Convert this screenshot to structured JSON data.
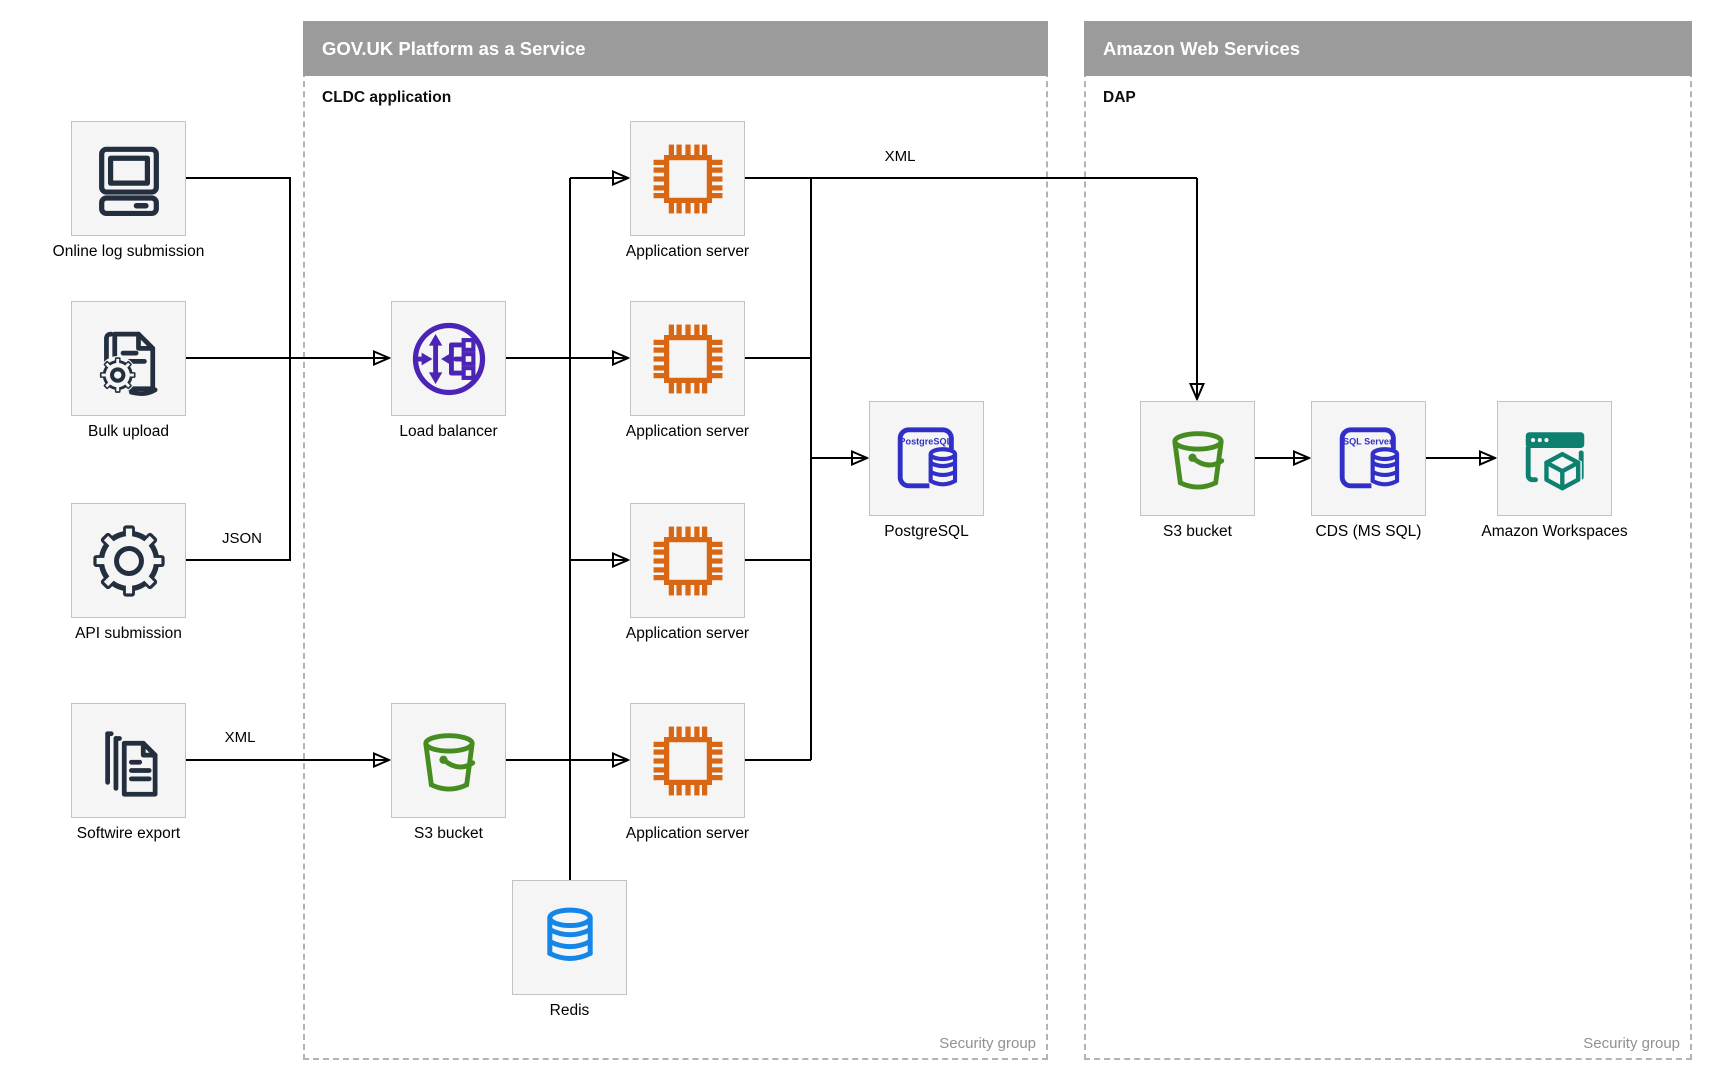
{
  "groups": {
    "paas": {
      "title": "GOV.UK Platform as a Service",
      "sublabel": "CLDC application",
      "footer": "Security group"
    },
    "aws": {
      "title": "Amazon Web Services",
      "sublabel": "DAP",
      "footer": "Security group"
    }
  },
  "nodes": {
    "online_log_submission": {
      "label": "Online log submission",
      "icon": "desktop-computer-icon"
    },
    "bulk_upload": {
      "label": "Bulk upload",
      "icon": "document-gear-icon"
    },
    "api_submission": {
      "label": "API submission",
      "icon": "gear-icon"
    },
    "softwire_export": {
      "label": "Softwire export",
      "icon": "documents-stack-icon"
    },
    "load_balancer": {
      "label": "Load balancer",
      "icon": "elastic-load-balancer-icon"
    },
    "app_server_1": {
      "label": "Application server",
      "icon": "chip-icon"
    },
    "app_server_2": {
      "label": "Application server",
      "icon": "chip-icon"
    },
    "app_server_3": {
      "label": "Application server",
      "icon": "chip-icon"
    },
    "app_server_4": {
      "label": "Application server",
      "icon": "chip-icon"
    },
    "postgresql": {
      "label": "PostgreSQL",
      "badge": "PostgreSQL",
      "icon": "postgresql-database-icon"
    },
    "s3_bucket_paas": {
      "label": "S3 bucket",
      "icon": "s3-bucket-icon"
    },
    "redis": {
      "label": "Redis",
      "icon": "redis-database-icon"
    },
    "s3_bucket_aws": {
      "label": "S3 bucket",
      "icon": "s3-bucket-icon"
    },
    "cds_ms_sql": {
      "label": "CDS (MS SQL)",
      "badge": "SQL Server",
      "icon": "sql-server-database-icon"
    },
    "amazon_workspaces": {
      "label": "Amazon Workspaces",
      "icon": "amazon-workspaces-icon"
    }
  },
  "edge_labels": {
    "api_json": "JSON",
    "softwire_xml": "XML",
    "app_to_aws_xml": "XML"
  },
  "colors": {
    "header_gray": "#9b9b9b",
    "dashed_border": "#b3b3b3",
    "node_fill": "#f5f5f5",
    "node_border": "#c2c2c2",
    "navy": "#232f3e",
    "orange": "#d86613",
    "purple": "#4c24b5",
    "green": "#478c20",
    "postgres_blue": "#3030c8",
    "sqlserver_blue": "#3030c8",
    "redis_blue": "#1486e8",
    "teal": "#0d8070",
    "edge_black": "#000000",
    "security_group_gray": "#8f9193"
  }
}
